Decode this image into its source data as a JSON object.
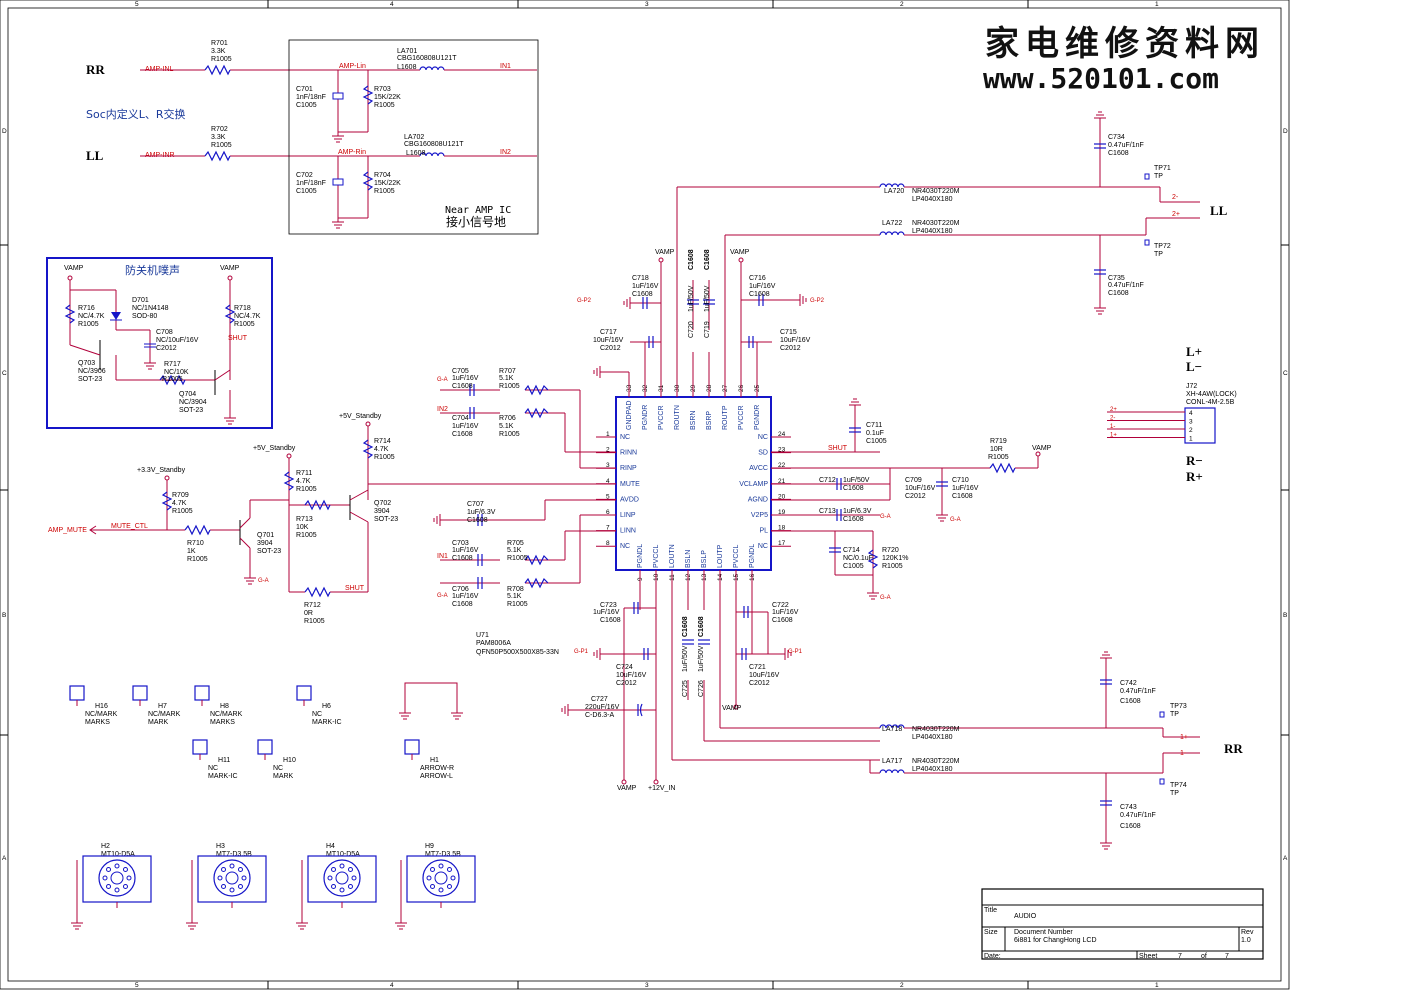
{
  "watermark": {
    "line1": "家电维修资料网",
    "line2": "www.520101.com"
  },
  "frame": {
    "top": [
      "5",
      "4",
      "3",
      "2",
      "1"
    ],
    "side": [
      "D",
      "C",
      "B",
      "A"
    ]
  },
  "input_block": {
    "rr": "RR",
    "ll": "LL",
    "amp_inl": "AMP-INL",
    "amp_inr": "AMP-INR",
    "amp_lin": "AMP-Lin",
    "amp_rin": "AMP-Rin",
    "in1": "IN1",
    "in2": "IN2",
    "note": "Soc内定义L、R交换",
    "near": "Near AMP IC",
    "near_cn": "接小信号地",
    "r701": [
      "R701",
      "3.3K",
      "R1005"
    ],
    "r702": [
      "R702",
      "3.3K",
      "R1005"
    ],
    "r703": [
      "R703",
      "15K/22K",
      "R1005"
    ],
    "r704": [
      "R704",
      "15K/22K",
      "R1005"
    ],
    "c701": [
      "C701",
      "1nF/18nF",
      "C1005"
    ],
    "c702": [
      "C702",
      "1nF/18nF",
      "C1005"
    ],
    "la701": [
      "LA701",
      "CBG160808U121T",
      "L1608"
    ],
    "la702": [
      "LA702",
      "CBG160808U121T",
      "L1608"
    ]
  },
  "pop_block": {
    "title": "防关机噗声",
    "vamp": "VAMP",
    "shut": "SHUT",
    "r716": [
      "R716",
      "NC/4.7K",
      "R1005"
    ],
    "r718": [
      "R718",
      "NC/4.7K",
      "R1005"
    ],
    "d701": [
      "D701",
      "NC/1N4148",
      "SOD-80"
    ],
    "c708": [
      "C708",
      "NC/10uF/16V",
      "C2012"
    ],
    "r717": [
      "R717",
      "NC/10K",
      "R1005"
    ],
    "q703": [
      "Q703",
      "NC/3906",
      "SOT-23"
    ],
    "q704": [
      "Q704",
      "NC/3904",
      "SOT-23"
    ]
  },
  "mute_block": {
    "v5a": "+5V_Standby",
    "v5b": "+5V_Standby",
    "v33": "+3.3V_Standby",
    "amp_mute": "AMP_MUTE",
    "mute_ctl": "MUTE_CTL",
    "shut": "SHUT",
    "ga": "G-A",
    "r714": [
      "R714",
      "4.7K",
      "R1005"
    ],
    "r711": [
      "R711",
      "4.7K",
      "R1005"
    ],
    "r709": [
      "R709",
      "4.7K",
      "R1005"
    ],
    "r713": [
      "R713",
      "10K",
      "R1005"
    ],
    "r710": [
      "R710",
      "1K",
      "R1005"
    ],
    "r712": [
      "R712",
      "0R",
      "R1005"
    ],
    "q701": [
      "Q701",
      "3904",
      "SOT-23"
    ],
    "q702": [
      "Q702",
      "3904",
      "SOT-23"
    ]
  },
  "ic": {
    "ref": "U71",
    "part": "PAM8006A",
    "pkg": "QFN50P500X500X85-33N",
    "top_pins": [
      "GNDPAD",
      "PGNDR",
      "PVCCR",
      "ROUTN",
      "BSRN",
      "BSRP",
      "ROUTP",
      "PVCCR",
      "PGNDR"
    ],
    "top_nums": [
      "33",
      "32",
      "31",
      "30",
      "29",
      "28",
      "27",
      "26",
      "25"
    ],
    "bot_pins": [
      "PGNDL",
      "PVCCL",
      "LOUTN",
      "BSLN",
      "BSLP",
      "LOUTP",
      "PVCCL",
      "PGNDL"
    ],
    "bot_nums": [
      "9",
      "10",
      "11",
      "12",
      "13",
      "14",
      "15",
      "16"
    ],
    "left_pins": [
      "NC",
      "RINN",
      "RINP",
      "MUTE",
      "AVDD",
      "LINP",
      "LINN",
      "NC"
    ],
    "left_nums": [
      "1",
      "2",
      "3",
      "4",
      "5",
      "6",
      "7",
      "8"
    ],
    "right_pins": [
      "NC",
      "SD",
      "AVCC",
      "VCLAMP",
      "AGND",
      "V2P5",
      "PL",
      "NC"
    ],
    "right_nums": [
      "24",
      "23",
      "22",
      "21",
      "20",
      "19",
      "18",
      "17"
    ]
  },
  "ic_parts": {
    "c705": [
      "C705",
      "1uF/16V",
      "C1608"
    ],
    "c704": [
      "C704",
      "1uF/16V",
      "C1608"
    ],
    "r707": [
      "R707",
      "5.1K",
      "R1005"
    ],
    "r706": [
      "R706",
      "5.1K",
      "R1005"
    ],
    "c707": [
      "C707",
      "1uF/6.3V",
      "C1608"
    ],
    "c703": [
      "C703",
      "1uF/16V",
      "C1608"
    ],
    "c706": [
      "C706",
      "1uF/16V",
      "C1608"
    ],
    "r705": [
      "R705",
      "5.1K",
      "R1005"
    ],
    "r708": [
      "R708",
      "5.1K",
      "R1005"
    ],
    "c711": [
      "C711",
      "0.1uF",
      "C1005"
    ],
    "r719": [
      "R719",
      "10R",
      "R1005"
    ],
    "c712": [
      "C712",
      "1uF/50V",
      "C1608"
    ],
    "c713": [
      "C713",
      "1uF/6.3V",
      "C1608"
    ],
    "c709": [
      "C709",
      "10uF/16V",
      "C2012"
    ],
    "c710": [
      "C710",
      "1uF/16V",
      "C1608"
    ],
    "c714": [
      "C714",
      "NC/0.1uF",
      "C1005"
    ],
    "r720": [
      "R720",
      "120K1%",
      "R1005"
    ],
    "c718": [
      "C718",
      "1uF/16V",
      "C1608"
    ],
    "c717": [
      "C717",
      "10uF/16V",
      "C2012"
    ],
    "c716": [
      "C716",
      "1uF/16V",
      "C1608"
    ],
    "c715": [
      "C715",
      "10uF/16V",
      "C2012"
    ],
    "c720": [
      "C720",
      "1uF/50V",
      "C1608"
    ],
    "c719": [
      "C719",
      "1uF/50V",
      "C1608"
    ],
    "c723": [
      "C723",
      "1uF/16V",
      "C1608"
    ],
    "c724": [
      "C724",
      "10uF/16V",
      "C2012"
    ],
    "c722": [
      "C722",
      "1uF/16V",
      "C1608"
    ],
    "c721": [
      "C721",
      "10uF/16V",
      "C2012"
    ],
    "c725": [
      "C725",
      "1uF/50V",
      "C1608"
    ],
    "c726": [
      "C726",
      "1uF/50V",
      "C1608"
    ],
    "c727": [
      "C727",
      "220uF/16V",
      "C-D6.3-A"
    ],
    "vamp": "VAMP",
    "v12": "+12V_IN",
    "shut": "SHUT",
    "in1": "IN1",
    "in2": "IN2",
    "gp2": "G-P2",
    "gp1": "G-P1",
    "ga": "G-A"
  },
  "output_block": {
    "la720": [
      "LA720",
      "NR4030T220M",
      "LP4040X180"
    ],
    "la722": [
      "LA722",
      "NR4030T220M",
      "LP4040X180"
    ],
    "la718": [
      "LA718",
      "NR4030T220M",
      "LP4040X180"
    ],
    "la717": [
      "LA717",
      "NR4030T220M",
      "LP4040X180"
    ],
    "c734": [
      "C734",
      "0.47uF/1nF",
      "C1608"
    ],
    "c735": [
      "C735",
      "0.47uF/1nF",
      "C1608"
    ],
    "c742": [
      "C742",
      "0.47uF/1nF",
      "C1608"
    ],
    "c743": [
      "C743",
      "0.47uF/1nF",
      "C1608"
    ],
    "tp71": [
      "TP71",
      "TP"
    ],
    "tp72": [
      "TP72",
      "TP"
    ],
    "tp73": [
      "TP73",
      "TP"
    ],
    "tp74": [
      "TP74",
      "TP"
    ],
    "ll": "LL",
    "rr": "RR",
    "n2m": "2-",
    "n2p": "2+",
    "n1p": "1+",
    "n1m": "1-"
  },
  "connector": {
    "lplus": "L+",
    "lminus": "L−",
    "rminus": "R−",
    "rplus": "R+",
    "j72": [
      "J72",
      "XH-4AW(LOCK)",
      "CONL-4M-2.5B"
    ],
    "pins": [
      "4",
      "3",
      "2",
      "1"
    ],
    "nets": [
      "2+",
      "2-",
      "1-",
      "1+"
    ]
  },
  "marks": [
    {
      "ref": "H16",
      "v": "NC/MARK",
      "p": "MARKS"
    },
    {
      "ref": "H7",
      "v": "NC/MARK",
      "p": "MARK"
    },
    {
      "ref": "H8",
      "v": "NC/MARK",
      "p": "MARKS"
    },
    {
      "ref": "H6",
      "v": "NC",
      "p": "MARK-IC"
    },
    {
      "ref": "H11",
      "v": "NC",
      "p": "MARK-IC"
    },
    {
      "ref": "H10",
      "v": "NC",
      "p": "MARK"
    },
    {
      "ref": "H1",
      "v": "ARROW-R",
      "p": "ARROW-L"
    }
  ],
  "mounts": [
    {
      "ref": "H2",
      "p": "MT10-D5A"
    },
    {
      "ref": "H3",
      "p": "MT7-D3.5B"
    },
    {
      "ref": "H4",
      "p": "MT10-D5A"
    },
    {
      "ref": "H9",
      "p": "MT7-D3.5B"
    }
  ],
  "title_block": {
    "title_label": "Title",
    "title": "AUDIO",
    "size_label": "Size",
    "doc_label": "Document Number",
    "doc": "6i881 for ChangHong LCD",
    "rev_label": "Rev",
    "rev": "1.0",
    "date_label": "Date:",
    "sheet_label": "Sheet",
    "sheet": "7",
    "of_label": "of",
    "of": "7"
  }
}
